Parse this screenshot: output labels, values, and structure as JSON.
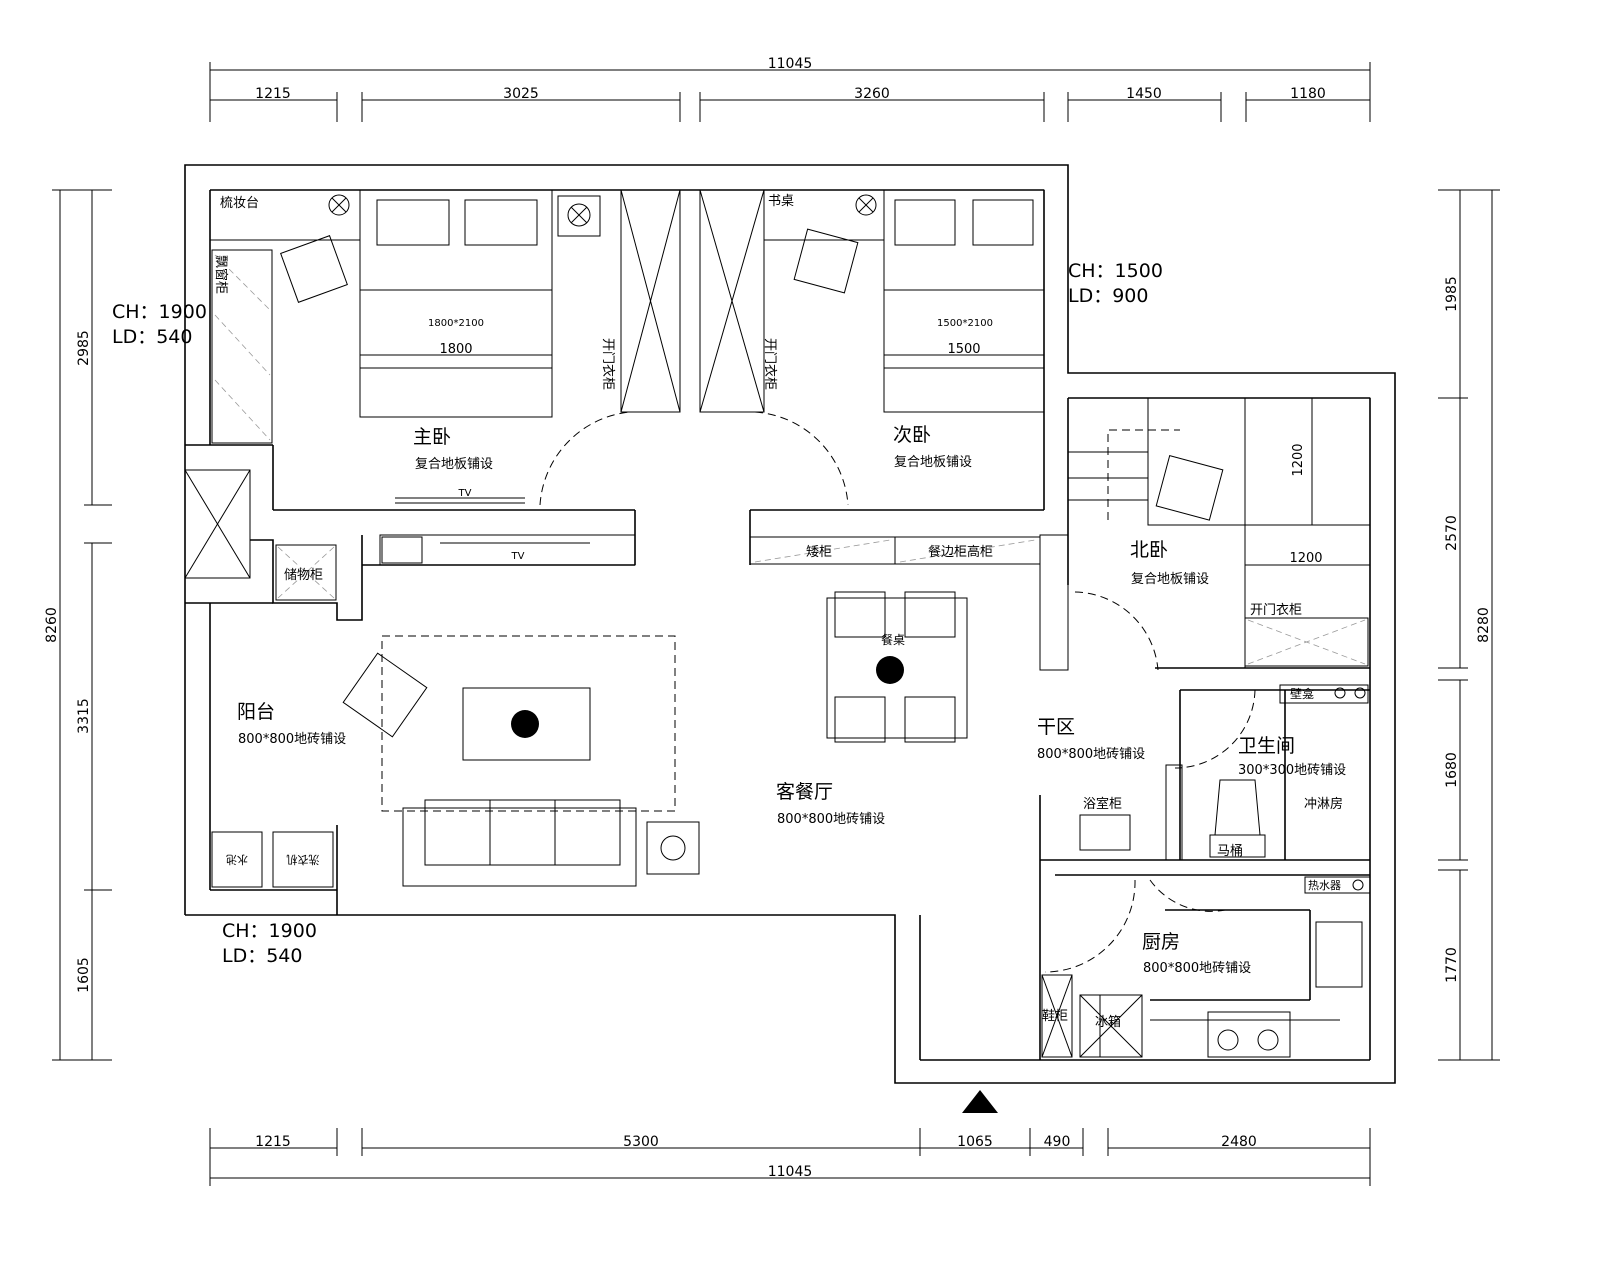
{
  "dimensions": {
    "top_total": "11045",
    "top": [
      "1215",
      "3025",
      "3260",
      "1450",
      "1180"
    ],
    "bottom": [
      "1215",
      "5300",
      "1065",
      "490",
      "2480"
    ],
    "bottom_total": "11045",
    "left_total": "8260",
    "left": [
      "2985",
      "3315",
      "1605"
    ],
    "right_total": "8280",
    "right": [
      "1985",
      "2570",
      "1680",
      "1770"
    ]
  },
  "windows": [
    {
      "ch": "CH：1900",
      "ld": "LD：540"
    },
    {
      "ch": "CH：1500",
      "ld": "LD：900"
    },
    {
      "ch": "CH：1900",
      "ld": "LD：540"
    }
  ],
  "rooms": {
    "master": {
      "name": "主卧",
      "floor": "复合地板铺设"
    },
    "second": {
      "name": "次卧",
      "floor": "复合地板铺设"
    },
    "north": {
      "name": "北卧",
      "floor": "复合地板铺设"
    },
    "balcony": {
      "name": "阳台",
      "floor": "800*800地砖铺设"
    },
    "living": {
      "name": "客餐厅",
      "floor": "800*800地砖铺设"
    },
    "dry": {
      "name": "干区",
      "floor": "800*800地砖铺设"
    },
    "bath": {
      "name": "卫生间",
      "floor": "300*300地砖铺设"
    },
    "kitchen": {
      "name": "厨房",
      "floor": "800*800地砖铺设"
    }
  },
  "furniture": {
    "vanity": "梳妆台",
    "bay_cabinet": "飘窗柜",
    "bed1_size": "1800*2100",
    "bed1_width": "1800",
    "wardrobe": "开门衣柜",
    "desk": "书桌",
    "bed2_size": "1500*2100",
    "bed2_width": "1500",
    "tv": "TV",
    "storage": "储物柜",
    "low_cabinet": "矮柜",
    "sideboard": "餐边柜高柜",
    "dining_table": "餐桌",
    "north_bed": "1200",
    "north_bed_w": "1200",
    "north_wardrobe": "开门衣柜",
    "niche": "壁龛",
    "bath_cabinet": "浴室柜",
    "toilet": "马桶",
    "shower": "冲淋房",
    "water_heater": "热水器",
    "shoe_cabinet": "鞋柜",
    "fridge": "冰箱",
    "washer": "洗衣机",
    "sink": "水池"
  }
}
